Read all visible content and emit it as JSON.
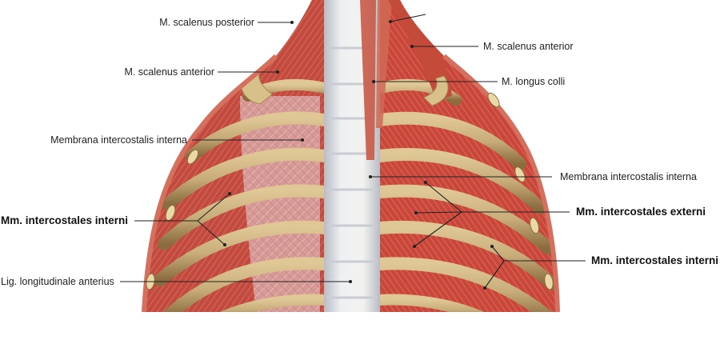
{
  "figure": {
    "colors": {
      "background": "#ffffff",
      "muscle": "#c9473a",
      "muscle_dark": "#9e2f26",
      "muscle_light": "#e0786a",
      "rib": "#c8ad7a",
      "rib_dark": "#8a6c3e",
      "spine": "#e4e4e6",
      "membrane": "#d9a7a4",
      "leader_line": "#222222"
    }
  },
  "labels": {
    "left": [
      {
        "text": "M. scalenus posterior",
        "bold": false
      },
      {
        "text": "M. scalenus anterior",
        "bold": false
      },
      {
        "text": "Membrana intercostalis interna",
        "bold": false
      },
      {
        "text": "Mm. intercostales interni",
        "bold": true
      },
      {
        "text": "Lig. longitudinale anterius",
        "bold": false
      }
    ],
    "right": [
      {
        "text": "M. scalenus anterior",
        "bold": false
      },
      {
        "text": "M. longus colli",
        "bold": false
      },
      {
        "text": "Membrana intercostalis interna",
        "bold": false
      },
      {
        "text": "Mm. intercostales externi",
        "bold": true
      },
      {
        "text": "Mm. intercostales interni",
        "bold": true
      }
    ]
  }
}
